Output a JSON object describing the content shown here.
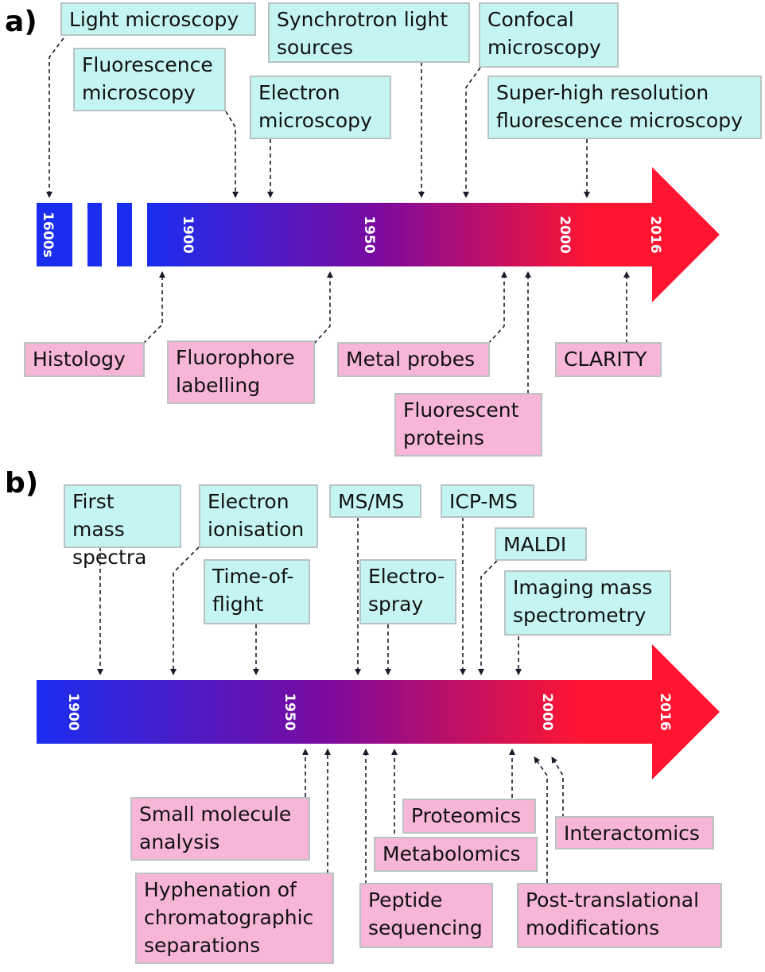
{
  "panel_a": {
    "label": "a)",
    "ticks": [
      "1600s",
      "1900",
      "1950",
      "2000",
      "2016"
    ],
    "top_boxes": [
      "Light microscopy",
      "Fluorescence\nmicroscopy",
      "Electron\nmicroscopy",
      "Synchrotron light\nsources",
      "Confocal\nmicroscopy",
      "Super-high resolution\nfluorescence microscopy"
    ],
    "bottom_boxes": [
      "Histology",
      "Fluorophore\nlabelling",
      "Metal probes",
      "Fluorescent\nproteins",
      "CLARITY"
    ]
  },
  "panel_b": {
    "label": "b)",
    "ticks": [
      "1900",
      "1950",
      "2000",
      "2016"
    ],
    "top_boxes": [
      "First mass\nspectra",
      "Electron\nionisation",
      "Time-of-\nflight",
      "MS/MS",
      "Electro-\nspray",
      "ICP-MS",
      "MALDI",
      "Imaging mass\nspectrometry"
    ],
    "bottom_boxes": [
      "Small molecule\nanalysis",
      "Hyphenation of\nchromatographic\nseparations",
      "Peptide\nsequencing",
      "Metabolomics",
      "Proteomics",
      "Post-translational\nmodifications",
      "Interactomics"
    ]
  },
  "colors": {
    "arrow_start": "#1a2ef0",
    "arrow_mid": "#7a0aa0",
    "arrow_end": "#ff1530",
    "top_box_fill": "#c5f5f2",
    "bottom_box_fill": "#f7b6d8",
    "box_border": "#b9c3c3",
    "connector": "#1a1a2a"
  }
}
